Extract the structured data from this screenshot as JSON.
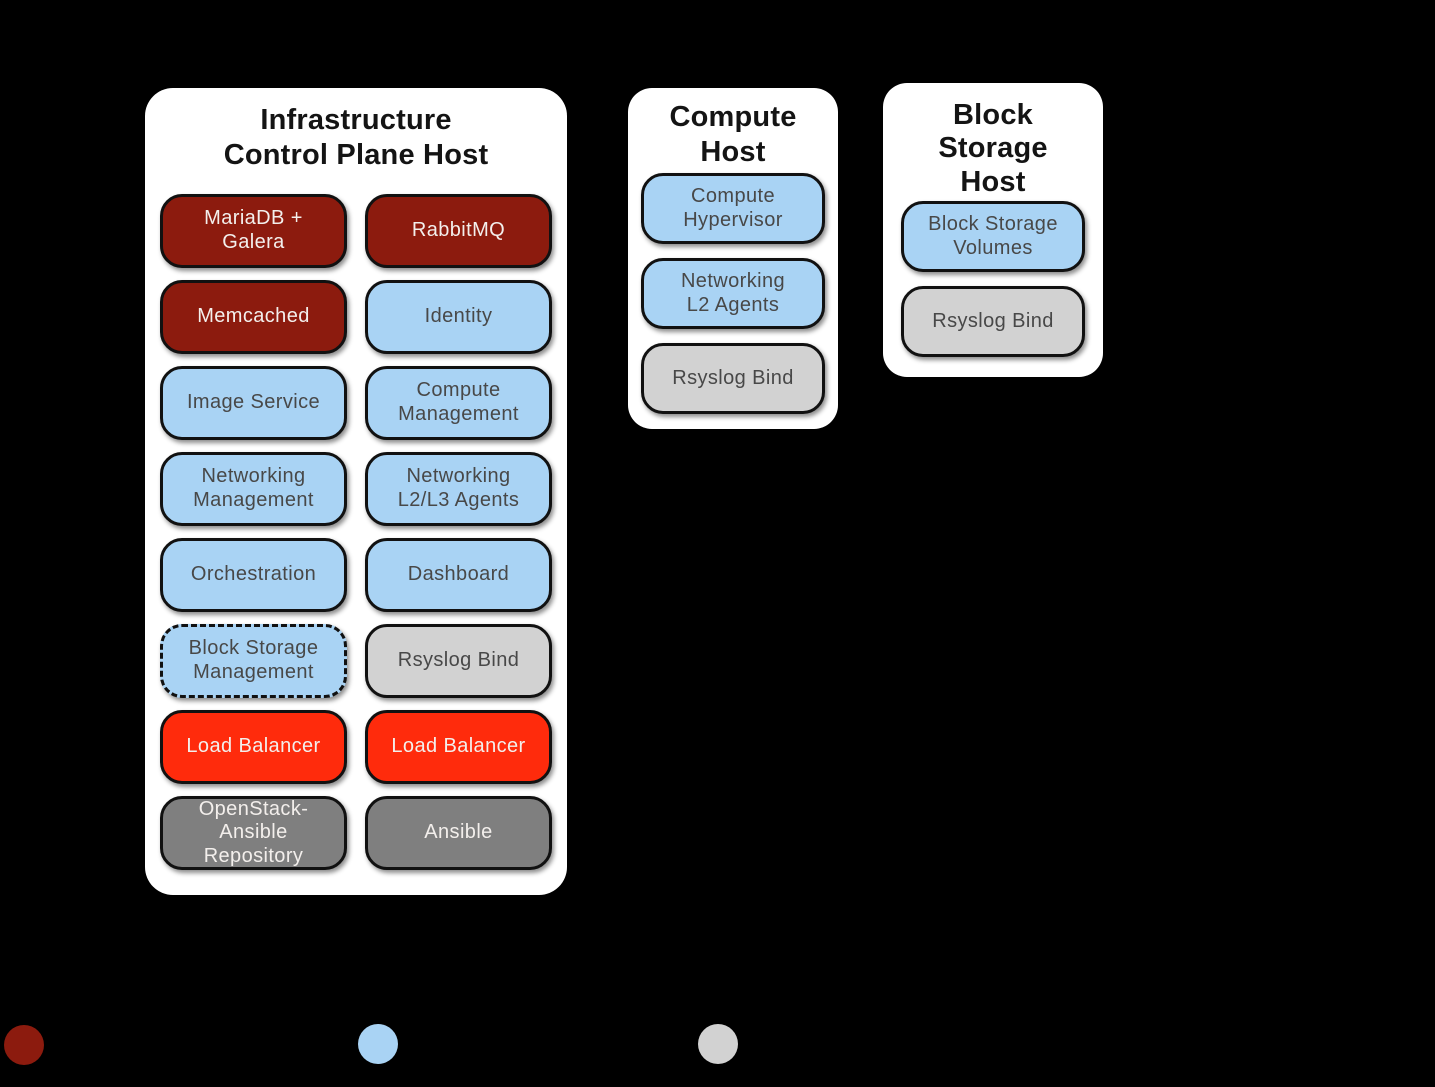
{
  "colors": {
    "page_bg": "#000000",
    "panel_bg": "#ffffff",
    "dark_red": "#8c1b0e",
    "blue": "#a9d3f4",
    "light_gray": "#d2d2d2",
    "dark_gray": "#7f7f7f",
    "bright_red": "#ff2b0c",
    "box_border": "#111111",
    "text_on_dark": "#f3efec",
    "text_on_light": "#484848",
    "title_color": "#141414"
  },
  "infrastructure_panel": {
    "title": "Infrastructure\nControl Plane Host",
    "boxes": [
      {
        "label": "MariaDB +\nGalera",
        "color": "dark_red"
      },
      {
        "label": "RabbitMQ",
        "color": "dark_red"
      },
      {
        "label": "Memcached",
        "color": "dark_red"
      },
      {
        "label": "Identity",
        "color": "blue"
      },
      {
        "label": "Image Service",
        "color": "blue"
      },
      {
        "label": "Compute\nManagement",
        "color": "blue"
      },
      {
        "label": "Networking\nManagement",
        "color": "blue"
      },
      {
        "label": "Networking\nL2/L3 Agents",
        "color": "blue"
      },
      {
        "label": "Orchestration",
        "color": "blue"
      },
      {
        "label": "Dashboard",
        "color": "blue"
      },
      {
        "label": "Block Storage\nManagement",
        "color": "blue"
      },
      {
        "label": "Rsyslog Bind",
        "color": "light_gray"
      },
      {
        "label": "Load Balancer",
        "color": "bright_red"
      },
      {
        "label": "Load Balancer",
        "color": "bright_red"
      },
      {
        "label": "OpenStack-\nAnsible\nRepository",
        "color": "dark_gray"
      },
      {
        "label": "Ansible",
        "color": "dark_gray"
      }
    ]
  },
  "compute_panel": {
    "title": "Compute\nHost",
    "boxes": [
      {
        "label": "Compute\nHypervisor",
        "color": "blue"
      },
      {
        "label": "Networking\nL2 Agents",
        "color": "blue"
      },
      {
        "label": "Rsyslog Bind",
        "color": "light_gray"
      }
    ]
  },
  "block_storage_panel": {
    "title": "Block\nStorage\nHost",
    "boxes": [
      {
        "label": "Block Storage\nVolumes",
        "color": "blue"
      },
      {
        "label": "Rsyslog Bind",
        "color": "light_gray"
      }
    ]
  },
  "legend": {
    "dot_colors": [
      "#8c1b0e",
      "#a9d3f4",
      "#d2d2d2"
    ]
  }
}
